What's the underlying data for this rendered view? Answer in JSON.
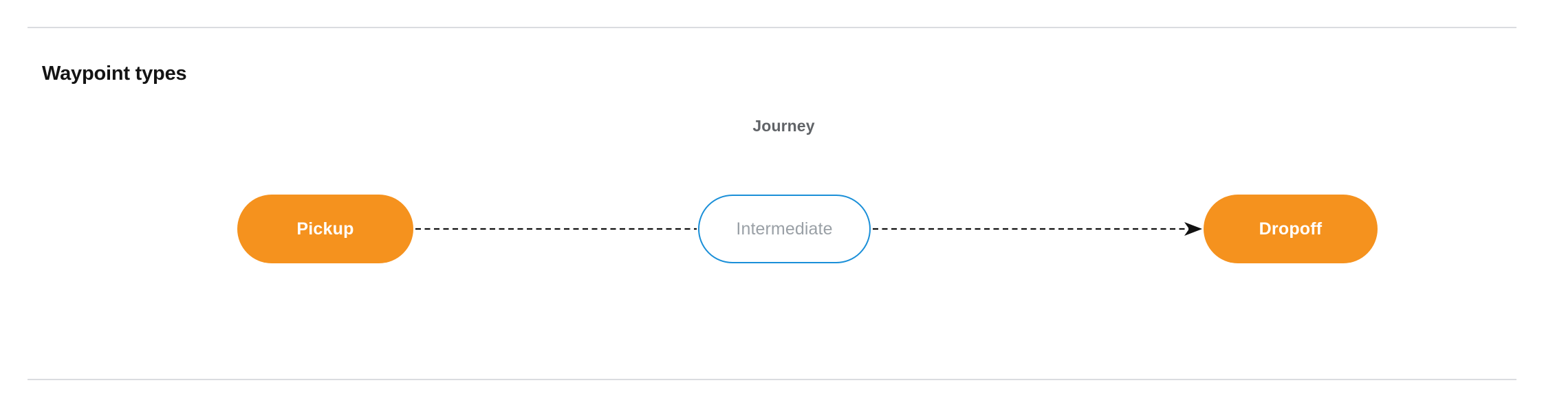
{
  "page": {
    "title": "Waypoint types",
    "background_color": "#ffffff"
  },
  "dividers": {
    "color": "#dadce0",
    "top_label": "section-divider-top",
    "bottom_label": "section-divider-bottom"
  },
  "diagram": {
    "cluster_label": "Journey",
    "cluster_label_color": "#606367",
    "nodes": [
      {
        "id": "pickup",
        "label": "Pickup",
        "style": "terminal",
        "fill": "#f5921e",
        "text_color": "#ffffff",
        "border_color": "none"
      },
      {
        "id": "intermediate",
        "label": "Intermediate",
        "style": "intermediate",
        "fill": "#ffffff",
        "text_color": "#9aa0a6",
        "border_color": "#1a8fd8"
      },
      {
        "id": "dropoff",
        "label": "Dropoff",
        "style": "terminal",
        "fill": "#f5921e",
        "text_color": "#ffffff",
        "border_color": "none"
      }
    ],
    "edges": [
      {
        "id": "pickup-to-intermediate",
        "from": "pickup",
        "to": "intermediate",
        "style": "dashed",
        "color": "#111111",
        "arrowhead": false
      },
      {
        "id": "intermediate-to-dropoff",
        "from": "intermediate",
        "to": "dropoff",
        "style": "dashed",
        "color": "#111111",
        "arrowhead": true
      }
    ]
  }
}
